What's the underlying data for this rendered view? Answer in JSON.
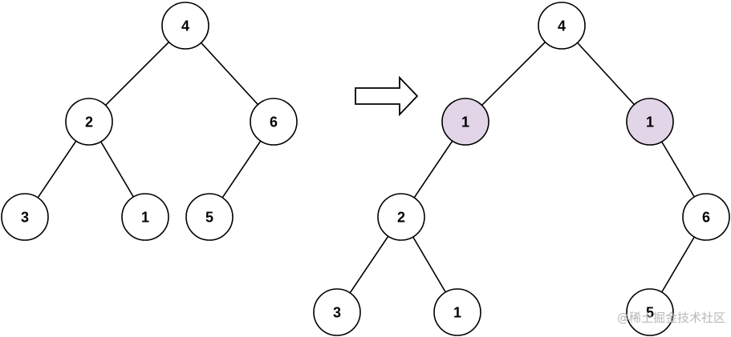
{
  "colors": {
    "node_fill": "#ffffff",
    "highlight_fill": "#e1d5e7",
    "stroke": "#000000",
    "watermark": "#b8b8b8"
  },
  "before_tree": {
    "nodes": [
      {
        "id": "b4",
        "label": "4"
      },
      {
        "id": "b2",
        "label": "2"
      },
      {
        "id": "b6",
        "label": "6"
      },
      {
        "id": "b3",
        "label": "3"
      },
      {
        "id": "b1",
        "label": "1"
      },
      {
        "id": "b5",
        "label": "5"
      }
    ]
  },
  "after_tree": {
    "nodes": [
      {
        "id": "a4",
        "label": "4"
      },
      {
        "id": "a1l",
        "label": "1",
        "highlighted": true
      },
      {
        "id": "a1r",
        "label": "1",
        "highlighted": true
      },
      {
        "id": "a2",
        "label": "2"
      },
      {
        "id": "a6",
        "label": "6"
      },
      {
        "id": "a3",
        "label": "3"
      },
      {
        "id": "a1",
        "label": "1"
      },
      {
        "id": "a5",
        "label": "5"
      }
    ]
  },
  "watermark": "@稀土掘金技术社区"
}
